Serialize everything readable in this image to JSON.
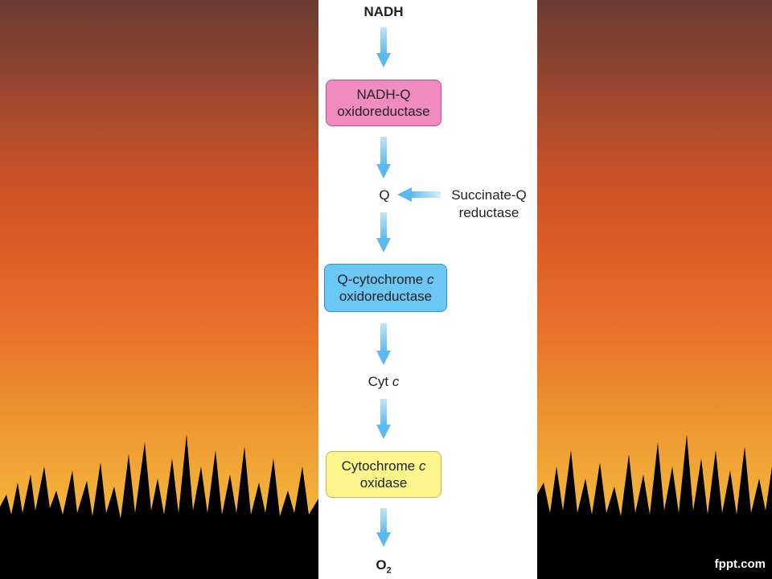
{
  "diagram": {
    "start": "NADH",
    "complex_1": {
      "line1": "NADH-Q",
      "line2": "oxidoreductase",
      "color": "#f08bbf"
    },
    "q": "Q",
    "side_input": {
      "line1": "Succinate-Q",
      "line2": "reductase"
    },
    "complex_3": {
      "line1_prefix": "Q-cytochrome ",
      "line1_italic": "c",
      "line2": "oxidoreductase",
      "color": "#6cc7f4"
    },
    "cyt": {
      "prefix": "Cyt ",
      "italic": "c"
    },
    "complex_4": {
      "line1_prefix": "Cytochrome ",
      "line1_italic": "c",
      "line2": "oxidase",
      "color": "#fbf58c"
    },
    "end": {
      "base": "O",
      "subscript": "2"
    },
    "arrow_color": "#7cc8f2"
  },
  "footer": {
    "brand": "fppt.com"
  }
}
